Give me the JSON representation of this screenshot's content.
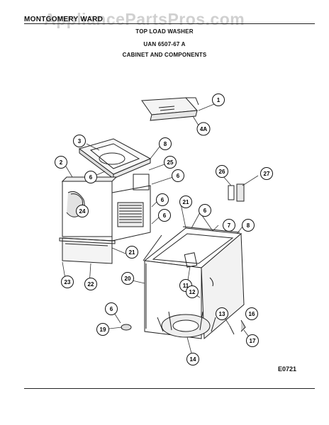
{
  "header": {
    "brand": "MONTGOMERY WARD",
    "product": "TOP LOAD WASHER",
    "model": "UAN 6507-67 A",
    "section": "CABINET AND COMPONENTS"
  },
  "watermark": "AppliancePartsPros.com",
  "diagram_code": "E0721",
  "callouts": [
    {
      "id": "c1",
      "label": "1"
    },
    {
      "id": "c4a",
      "label": "4A"
    },
    {
      "id": "c3",
      "label": "3"
    },
    {
      "id": "c8a",
      "label": "8"
    },
    {
      "id": "c25",
      "label": "25"
    },
    {
      "id": "c2",
      "label": "2"
    },
    {
      "id": "c6a",
      "label": "6"
    },
    {
      "id": "c6b",
      "label": "6"
    },
    {
      "id": "c6c",
      "label": "6"
    },
    {
      "id": "c24",
      "label": "24"
    },
    {
      "id": "c6d",
      "label": "6"
    },
    {
      "id": "c21a",
      "label": "21"
    },
    {
      "id": "c6e",
      "label": "6"
    },
    {
      "id": "c26",
      "label": "26"
    },
    {
      "id": "c27",
      "label": "27"
    },
    {
      "id": "c7",
      "label": "7"
    },
    {
      "id": "c8b",
      "label": "8"
    },
    {
      "id": "c21b",
      "label": "21"
    },
    {
      "id": "c23",
      "label": "23"
    },
    {
      "id": "c22",
      "label": "22"
    },
    {
      "id": "c20",
      "label": "20"
    },
    {
      "id": "c11",
      "label": "11"
    },
    {
      "id": "c12",
      "label": "12"
    },
    {
      "id": "c6f",
      "label": "6"
    },
    {
      "id": "c13",
      "label": "13"
    },
    {
      "id": "c16",
      "label": "16"
    },
    {
      "id": "c19",
      "label": "19"
    },
    {
      "id": "c17",
      "label": "17"
    },
    {
      "id": "c14",
      "label": "14"
    }
  ]
}
